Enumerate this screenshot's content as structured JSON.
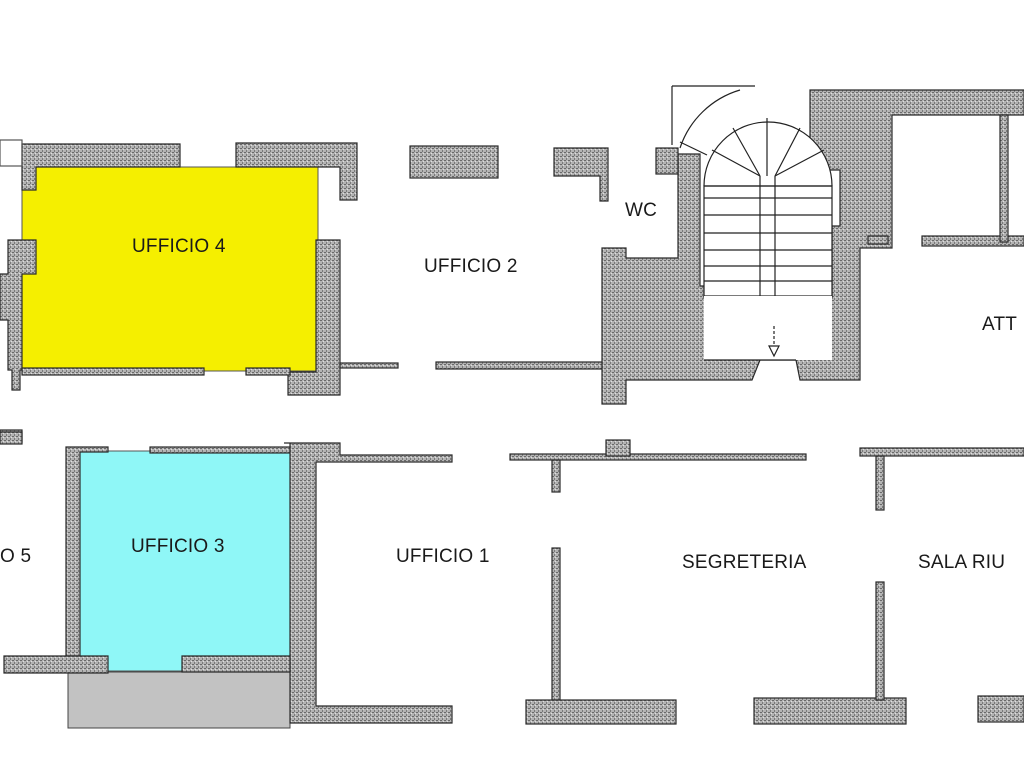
{
  "plan": {
    "type": "floor-plan",
    "colors": {
      "wall_fill": "#a8a8a8",
      "wall_stroke": "#2a2a2a",
      "ufficio4_fill": "#f5ef00",
      "ufficio3_fill": "#8ff7f7",
      "balcony_fill": "#c2c2c2",
      "background": "#ffffff"
    },
    "rooms": [
      {
        "id": "ufficio4",
        "label": "UFFICIO 4",
        "highlight": "yellow"
      },
      {
        "id": "ufficio2",
        "label": "UFFICIO 2"
      },
      {
        "id": "wc",
        "label": "WC"
      },
      {
        "id": "att",
        "label": "ATT"
      },
      {
        "id": "ufficio5",
        "label": "O 5"
      },
      {
        "id": "ufficio3",
        "label": "UFFICIO 3",
        "highlight": "cyan"
      },
      {
        "id": "ufficio1",
        "label": "UFFICIO 1"
      },
      {
        "id": "segreteria",
        "label": "SEGRETERIA"
      },
      {
        "id": "sala-riunioni",
        "label": "SALA RIU"
      }
    ],
    "symbols": {
      "stair_arrow": "down-arrow"
    }
  }
}
